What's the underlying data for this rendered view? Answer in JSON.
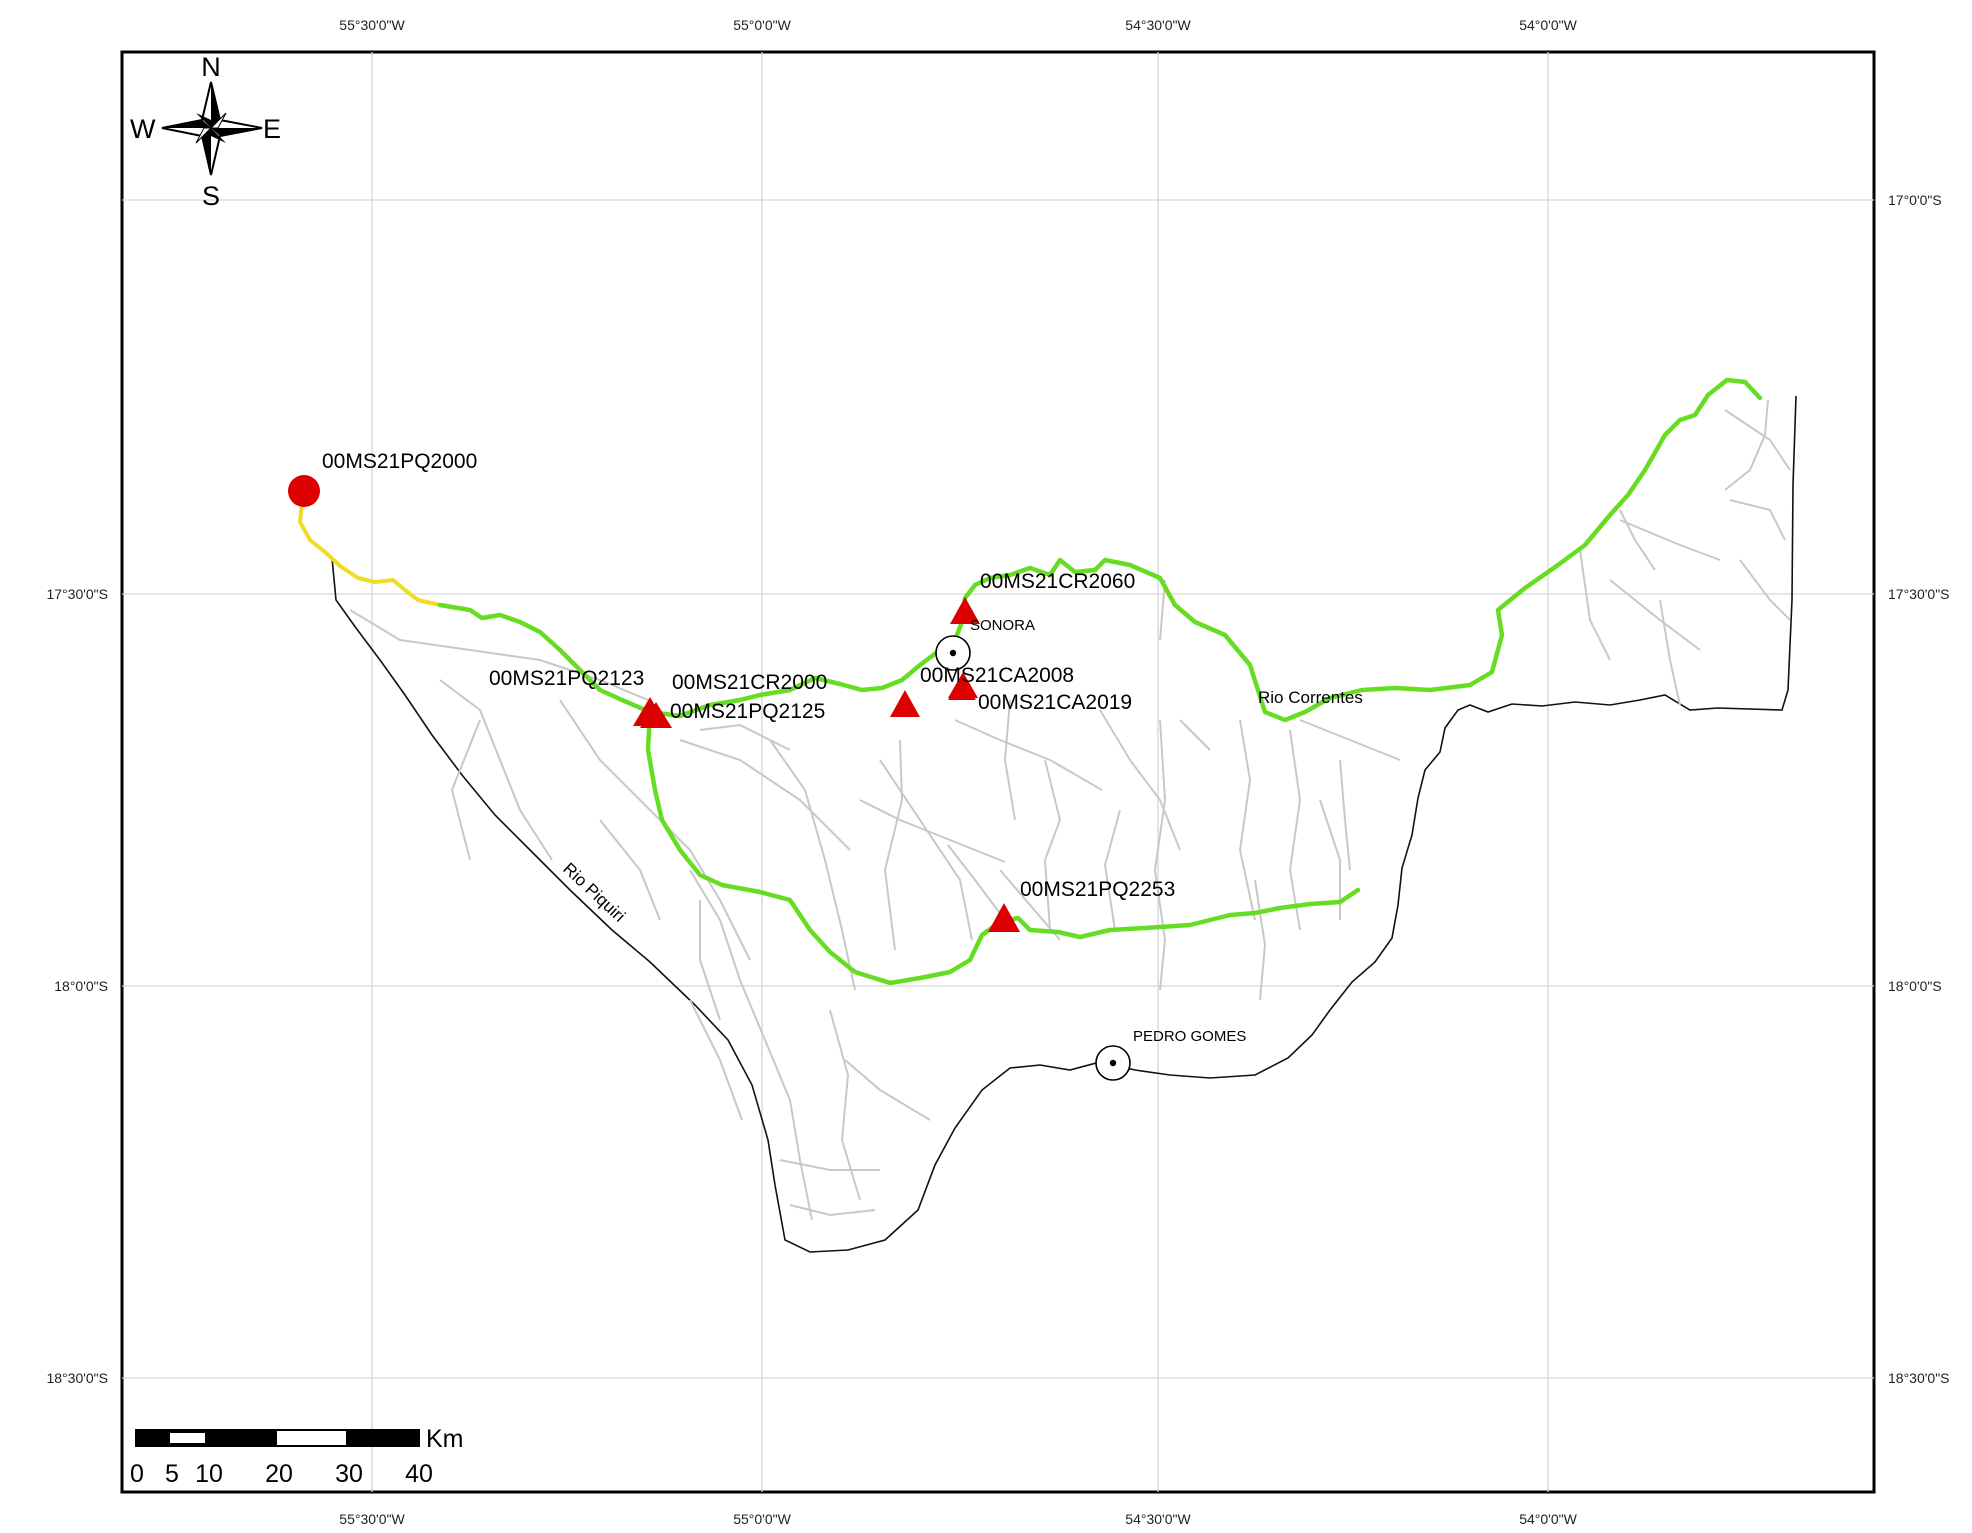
{
  "top_lon_labels": [
    "55°30'0\"W",
    "55°0'0\"W",
    "54°30'0\"W",
    "54°0'0\"W"
  ],
  "bottom_lon_labels": [
    "55°30'0\"W",
    "55°0'0\"W",
    "54°30'0\"W",
    "54°0'0\"W"
  ],
  "left_lat_labels": [
    "17°30'0\"S",
    "18°0'0\"S",
    "18°30'0\"S"
  ],
  "right_lat_labels": [
    "17°0'0\"S",
    "17°30'0\"S",
    "18°0'0\"S",
    "18°30'0\"S"
  ],
  "compass": {
    "n": "N",
    "s": "S",
    "e": "E",
    "w": "W"
  },
  "stations": {
    "pq2000": "00MS21PQ2000",
    "cr2060": "00MS21CR2060",
    "pq2123": "00MS21PQ2123",
    "cr2000": "00MS21CR2000",
    "pq2125": "00MS21PQ2125",
    "ca2008": "00MS21CA2008",
    "ca2019": "00MS21CA2019",
    "pq2253": "00MS21PQ2253"
  },
  "rivers": {
    "correntes": "Rio Correntes",
    "piquiri": "Rio Piquiri"
  },
  "towns": {
    "sonora": "SONORA",
    "pedro_gomes": "PEDRO GOMES"
  },
  "scale": {
    "unit": "Km",
    "ticks": [
      "0",
      "5",
      "10",
      "20",
      "30",
      "40"
    ]
  },
  "colors": {
    "monitored_river": "#66dd22",
    "upstream_river": "#eedd22",
    "station_marker": "#dd0000",
    "tributaries": "#c8c8c8",
    "basin_outline": "#111111",
    "graticule": "#d6d6d6"
  }
}
